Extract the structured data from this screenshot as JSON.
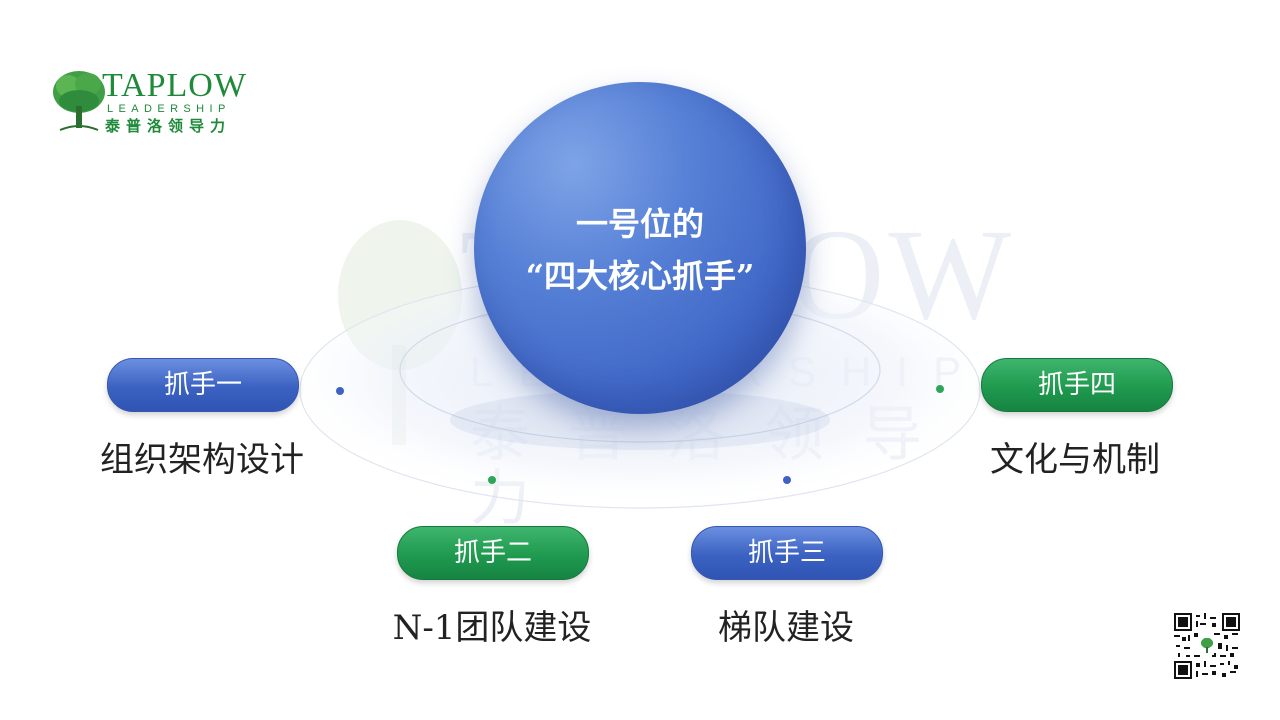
{
  "logo": {
    "brand": "TAPLOW",
    "sub": "LEADERSHIP",
    "cn": "泰普洛领导力"
  },
  "watermark": {
    "brand": "TAPLOW",
    "sub": "LEADERSHIP",
    "cn": "泰普洛领导力"
  },
  "center": {
    "line1": "一号位的",
    "line2": "“四大核心抓手”"
  },
  "handles": [
    {
      "pill": "抓手一",
      "label": "组织架构设计",
      "color": "blue"
    },
    {
      "pill": "抓手二",
      "label": "N-1团队建设",
      "color": "green"
    },
    {
      "pill": "抓手三",
      "label": "梯队建设",
      "color": "blue"
    },
    {
      "pill": "抓手四",
      "label": "文化与机制",
      "color": "green"
    }
  ],
  "colors": {
    "blue": "#3b62c2",
    "green": "#1f9a4f",
    "brand_green": "#1f8a3a"
  }
}
